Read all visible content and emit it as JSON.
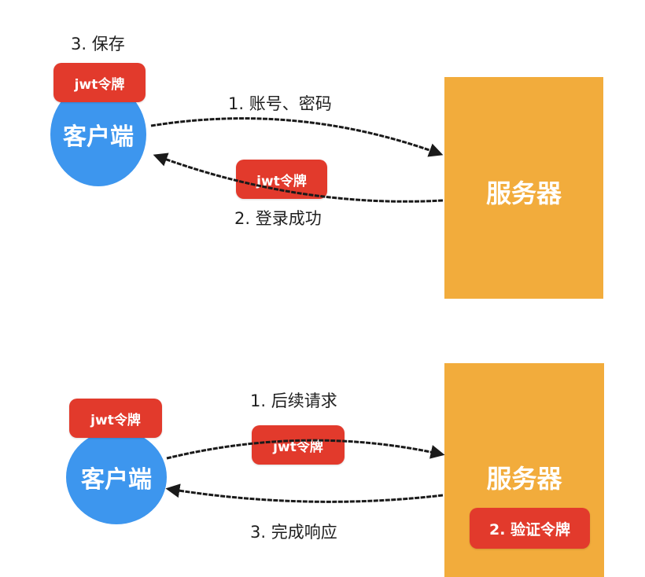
{
  "colors": {
    "client_blue": "#3d96ee",
    "server_orange": "#f2ac3c",
    "token_red": "#e23a2c",
    "arrow_black": "#1a1a1a"
  },
  "top": {
    "save_label": "3. 保存",
    "client_token": "jwt令牌",
    "client_label": "客户端",
    "request_label": "1. 账号、密码",
    "return_token": "jwt令牌",
    "success_label": "2. 登录成功",
    "server_label": "服务器"
  },
  "bottom": {
    "client_token": "jwt令牌",
    "client_label": "客户端",
    "request_label": "1. 后续请求",
    "request_token": "jwt令牌",
    "response_label": "3. 完成响应",
    "server_label": "服务器",
    "verify_label": "2. 验证令牌"
  }
}
